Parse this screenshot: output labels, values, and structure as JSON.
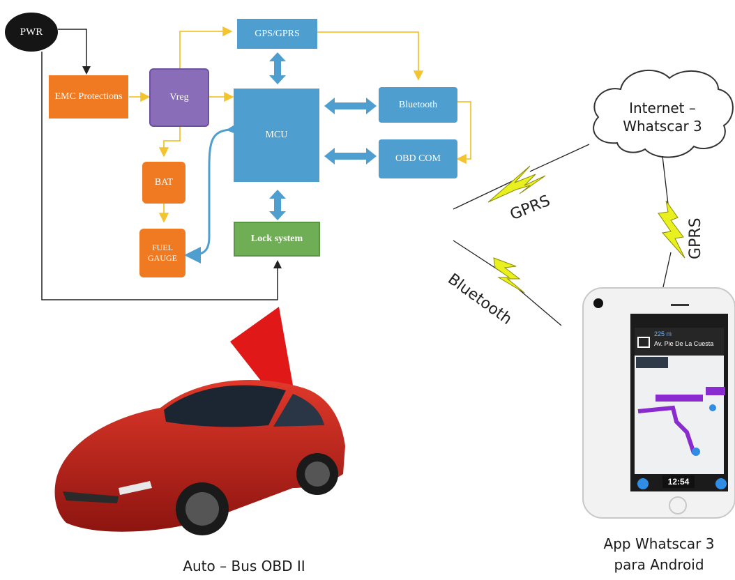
{
  "blocks": {
    "pwr": "PWR",
    "emc": "EMC Protections",
    "vreg": "Vreg",
    "gps": "GPS/GPRS",
    "mcu": "MCU",
    "bluetooth": "Bluetooth",
    "obd": "OBD COM",
    "bat": "BAT",
    "fuel": "FUEL GAUGE",
    "lock": "Lock system"
  },
  "cloud": {
    "label": "Internet – Whatscar 3"
  },
  "links": {
    "gprs_car": "GPRS",
    "gprs_phone": "GPRS",
    "bluetooth": "Bluetooth"
  },
  "captions": {
    "car": "Auto – Bus OBD II",
    "phone": "App Whatscar 3 para Android"
  },
  "phone_screen": {
    "distance": "225 m",
    "street": "Av. Pie De La Cuesta",
    "time": "12:54"
  },
  "colors": {
    "orange": "#f07a22",
    "blue": "#4e9fd0",
    "purple": "#8a6db8",
    "green": "#6fae55",
    "yellow_line": "#f4c430",
    "bolt": "#e8f020",
    "car_red": "#c4201a"
  }
}
